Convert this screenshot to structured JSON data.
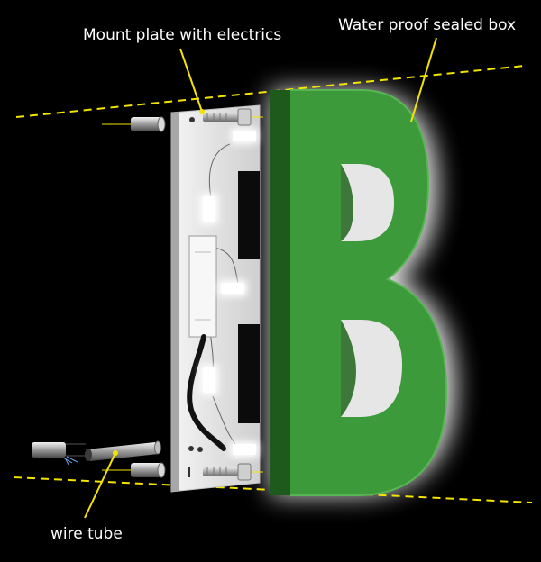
{
  "labels": {
    "mount_plate": "Mount plate with electrics",
    "sealed_box": "Water proof sealed box",
    "wire_tube": "wire tube"
  },
  "letter": {
    "glyph": "B",
    "face_color": "#3d9a3a",
    "side_color": "#1f5a1c",
    "glow_color": "#ffffff"
  },
  "colors": {
    "background": "#000000",
    "leader": "#f4e400",
    "guide_dash": "#f4e400",
    "plate": "#e6e6e6",
    "led": "#ffffff"
  }
}
